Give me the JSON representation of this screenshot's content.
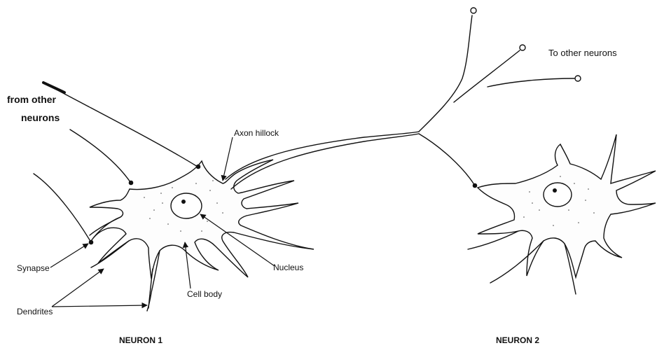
{
  "labels": {
    "from_other_line1": "from other",
    "from_other_line2": "neurons",
    "axon_hillock": "Axon hillock",
    "to_other_neurons": "To other neurons",
    "synapse": "Synapse",
    "dendrites": "Dendrites",
    "nucleus": "Nucleus",
    "cell_body": "Cell body",
    "neuron1": "NEURON 1",
    "neuron2": "NEURON 2"
  }
}
